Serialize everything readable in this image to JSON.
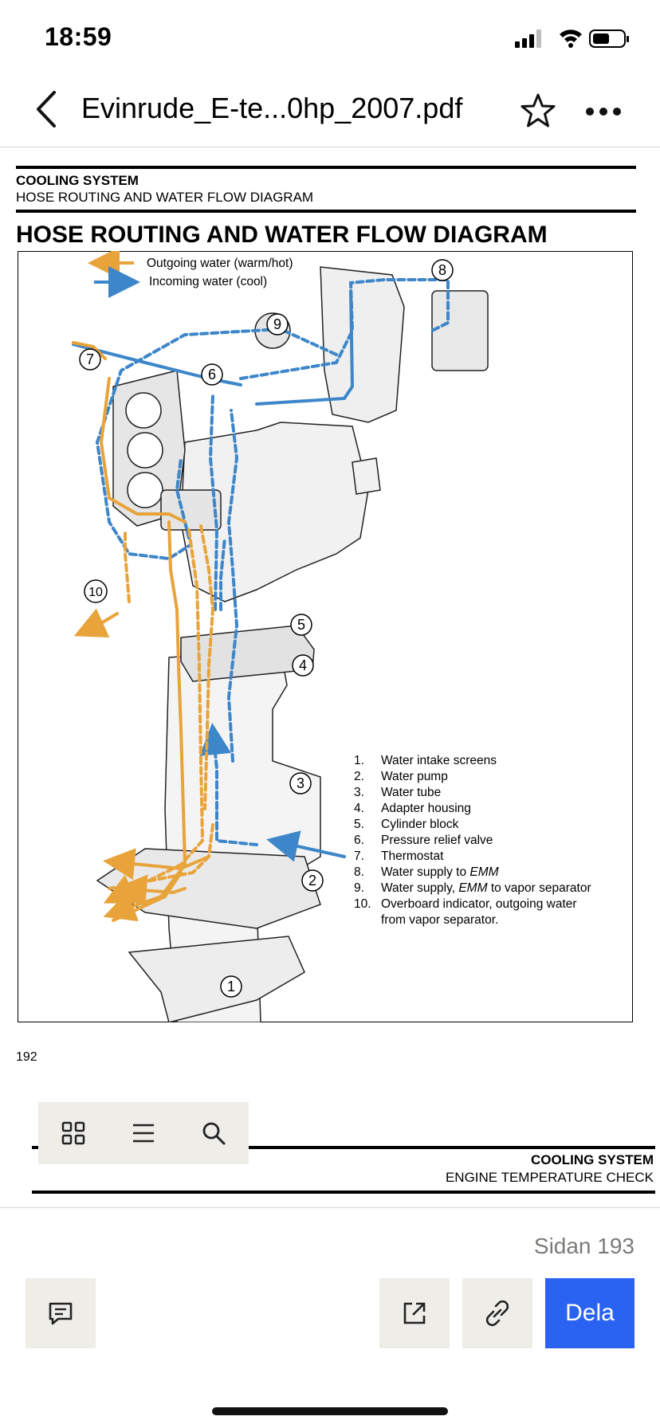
{
  "status_bar": {
    "time": "18:59"
  },
  "nav": {
    "title": "Evinrude_E-te...0hp_2007.pdf"
  },
  "page_192": {
    "section_header": "COOLING SYSTEM",
    "section_subheader": "HOSE ROUTING AND WATER FLOW DIAGRAM",
    "title": "HOSE ROUTING AND WATER FLOW DIAGRAM",
    "legend": {
      "outgoing": "Outgoing water (warm/hot)",
      "incoming": "Incoming water (cool)"
    },
    "callouts": [
      "1",
      "2",
      "3",
      "4",
      "5",
      "6",
      "7",
      "8",
      "9",
      "10"
    ],
    "parts": [
      {
        "num": "1.",
        "text": "Water intake screens"
      },
      {
        "num": "2.",
        "text": "Water pump"
      },
      {
        "num": "3.",
        "text": "Water tube"
      },
      {
        "num": "4.",
        "text": "Adapter housing"
      },
      {
        "num": "5.",
        "text": "Cylinder block"
      },
      {
        "num": "6.",
        "text": "Pressure relief valve"
      },
      {
        "num": "7.",
        "text": "Thermostat"
      },
      {
        "num": "8.",
        "text": "Water supply to ",
        "em": "EMM"
      },
      {
        "num": "9.",
        "text": "Water supply, ",
        "em": "EMM",
        "after": " to vapor separator"
      },
      {
        "num": "10.",
        "text": "Overboard indicator, outgoing water",
        "line2": "from vapor separator."
      }
    ],
    "page_number": "192"
  },
  "page_193": {
    "section_header": "COOLING SYSTEM",
    "section_subheader": "ENGINE TEMPERATURE CHECK"
  },
  "bottom_bar": {
    "page_indicator": "Sidan 193",
    "share_label": "Dela"
  },
  "colors": {
    "outgoing": "#e8a33a",
    "incoming": "#3d86c9",
    "share_button": "#2a63f2",
    "button_bg": "#eeede8"
  }
}
